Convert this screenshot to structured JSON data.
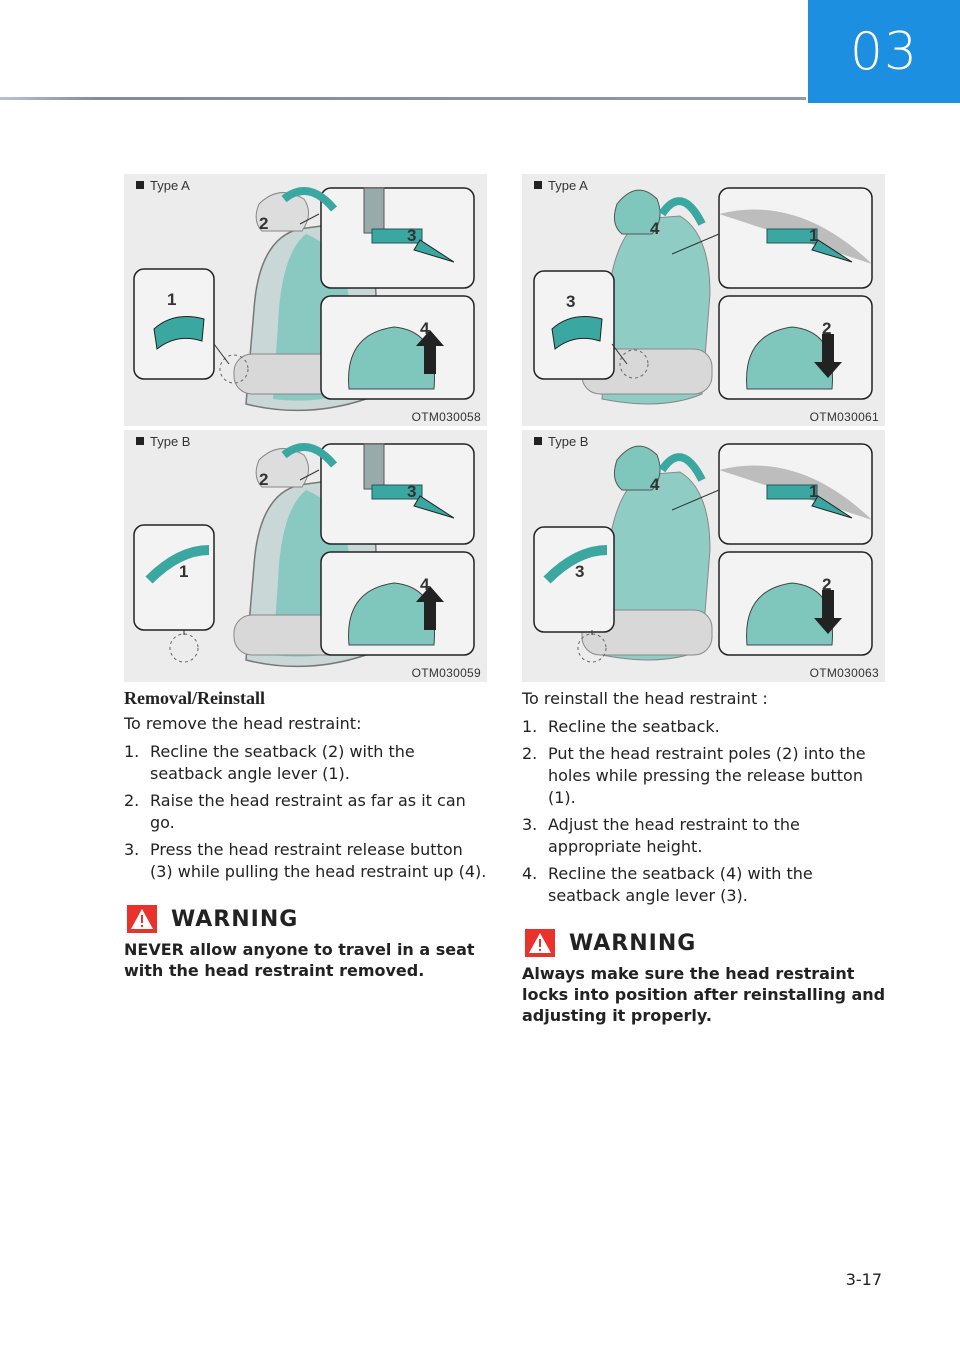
{
  "header": {
    "chapter": "03"
  },
  "figures": [
    {
      "type_label": "Type A",
      "code": "OTM030058",
      "callouts": [
        "2",
        "3",
        "1",
        "4"
      ]
    },
    {
      "type_label": "Type B",
      "code": "OTM030059",
      "callouts": [
        "2",
        "3",
        "1",
        "4"
      ]
    },
    {
      "type_label": "Type A",
      "code": "OTM030061",
      "callouts": [
        "4",
        "1",
        "3",
        "2"
      ]
    },
    {
      "type_label": "Type B",
      "code": "OTM030063",
      "callouts": [
        "4",
        "1",
        "3",
        "2"
      ]
    }
  ],
  "left": {
    "title": "Removal/Reinstall",
    "intro": "To remove the head restraint:",
    "steps": [
      {
        "num": "1.",
        "text": "Recline the seatback (2) with the seatback angle lever (1)."
      },
      {
        "num": "2.",
        "text": "Raise the head restraint as far as it can go."
      },
      {
        "num": "3.",
        "text": "Press the head restraint release button (3) while pulling the head restraint up (4)."
      }
    ],
    "warning_title": "WARNING",
    "warning_text": "NEVER allow anyone to travel in a seat with the head restraint removed."
  },
  "right": {
    "intro": "To reinstall the head restraint :",
    "steps": [
      {
        "num": "1.",
        "text": "Recline the seatback."
      },
      {
        "num": "2.",
        "text": "Put the head restraint poles (2) into the holes while pressing the release button (1)."
      },
      {
        "num": "3.",
        "text": "Adjust the head restraint to the appropriate height."
      },
      {
        "num": "4.",
        "text": "Recline the seatback (4) with the seatback angle lever (3)."
      }
    ],
    "warning_title": "WARNING",
    "warning_text": "Always make sure the head restraint locks into position after reinstalling and adjusting it properly."
  },
  "footer": {
    "page": "3-17"
  },
  "colors": {
    "tab": "#1d8fe0",
    "warning": "#e8322b",
    "highlight": "#3aa7a0"
  }
}
